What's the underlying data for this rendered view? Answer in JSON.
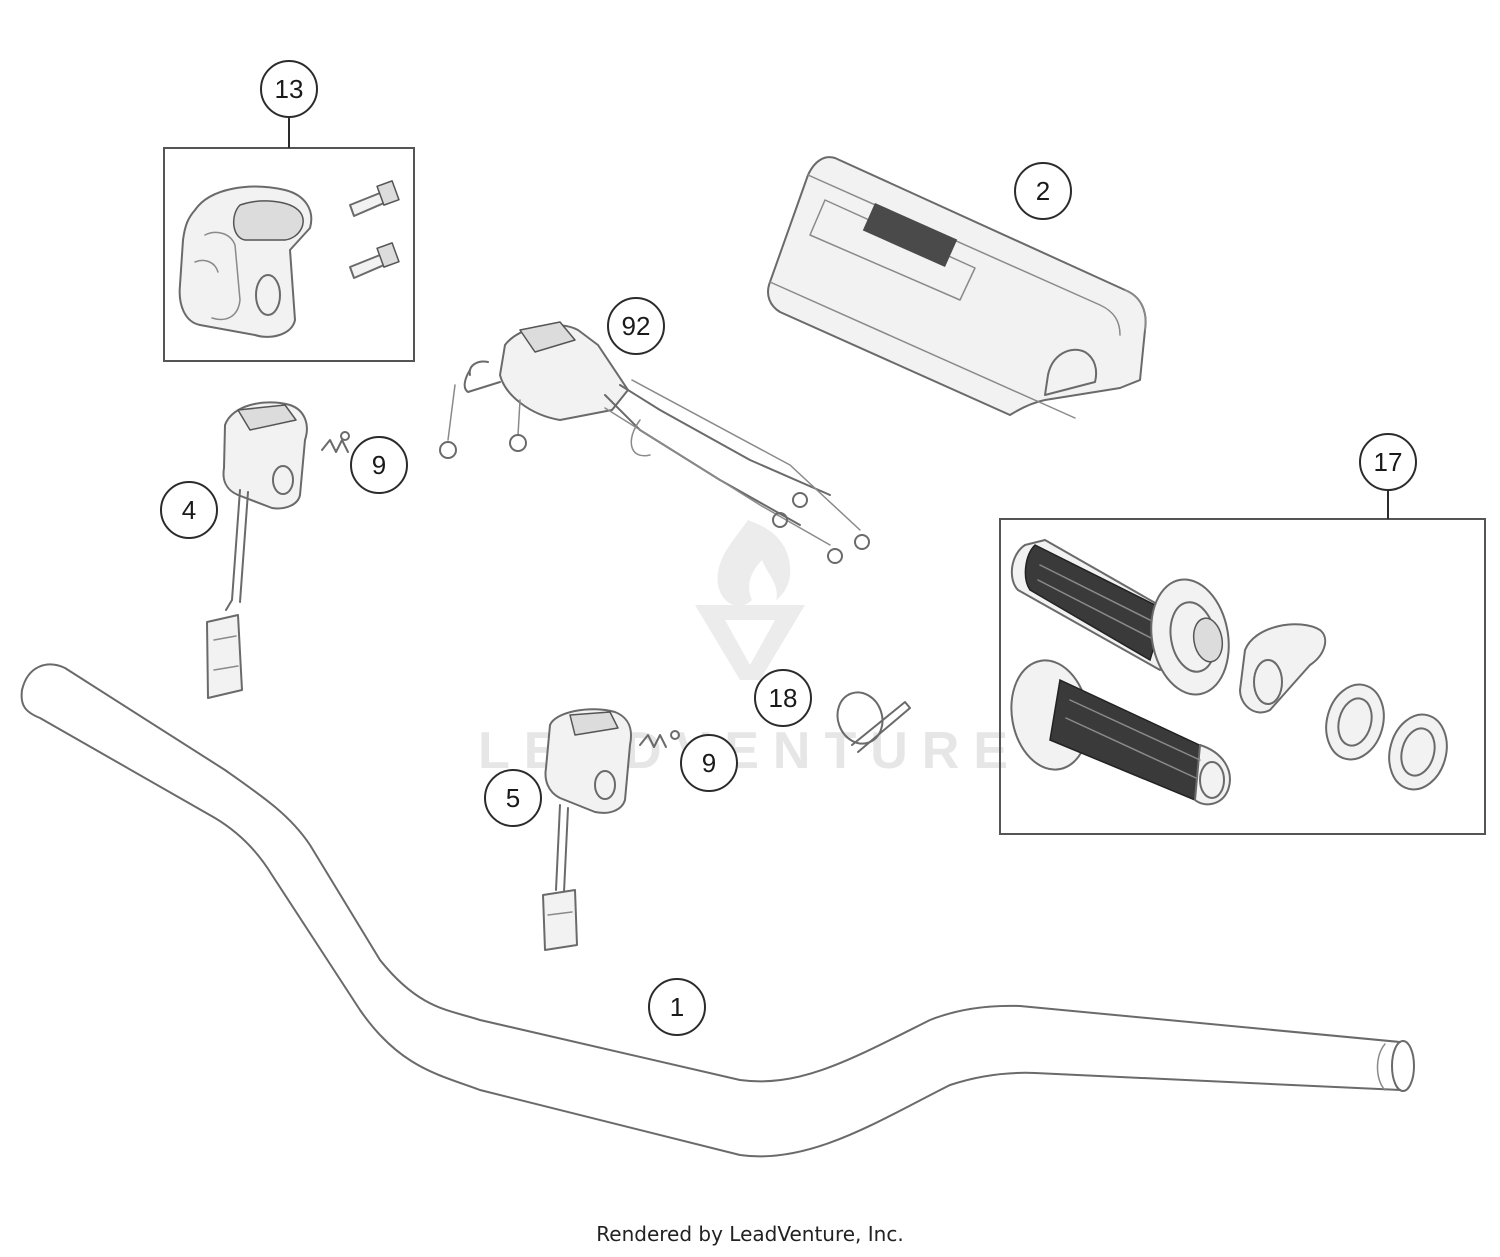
{
  "callouts": {
    "c1": "1",
    "c2": "2",
    "c4": "4",
    "c5": "5",
    "c9a": "9",
    "c9b": "9",
    "c13": "13",
    "c17": "17",
    "c18": "18",
    "c92": "92"
  },
  "watermark": {
    "text": "LEADVENTURE"
  },
  "footer": {
    "text": "Rendered by LeadVenture, Inc."
  },
  "colors": {
    "line": "#6a6a6a",
    "grip_rubber": "#3a3a3a",
    "watermark": "#e6e6e6"
  }
}
